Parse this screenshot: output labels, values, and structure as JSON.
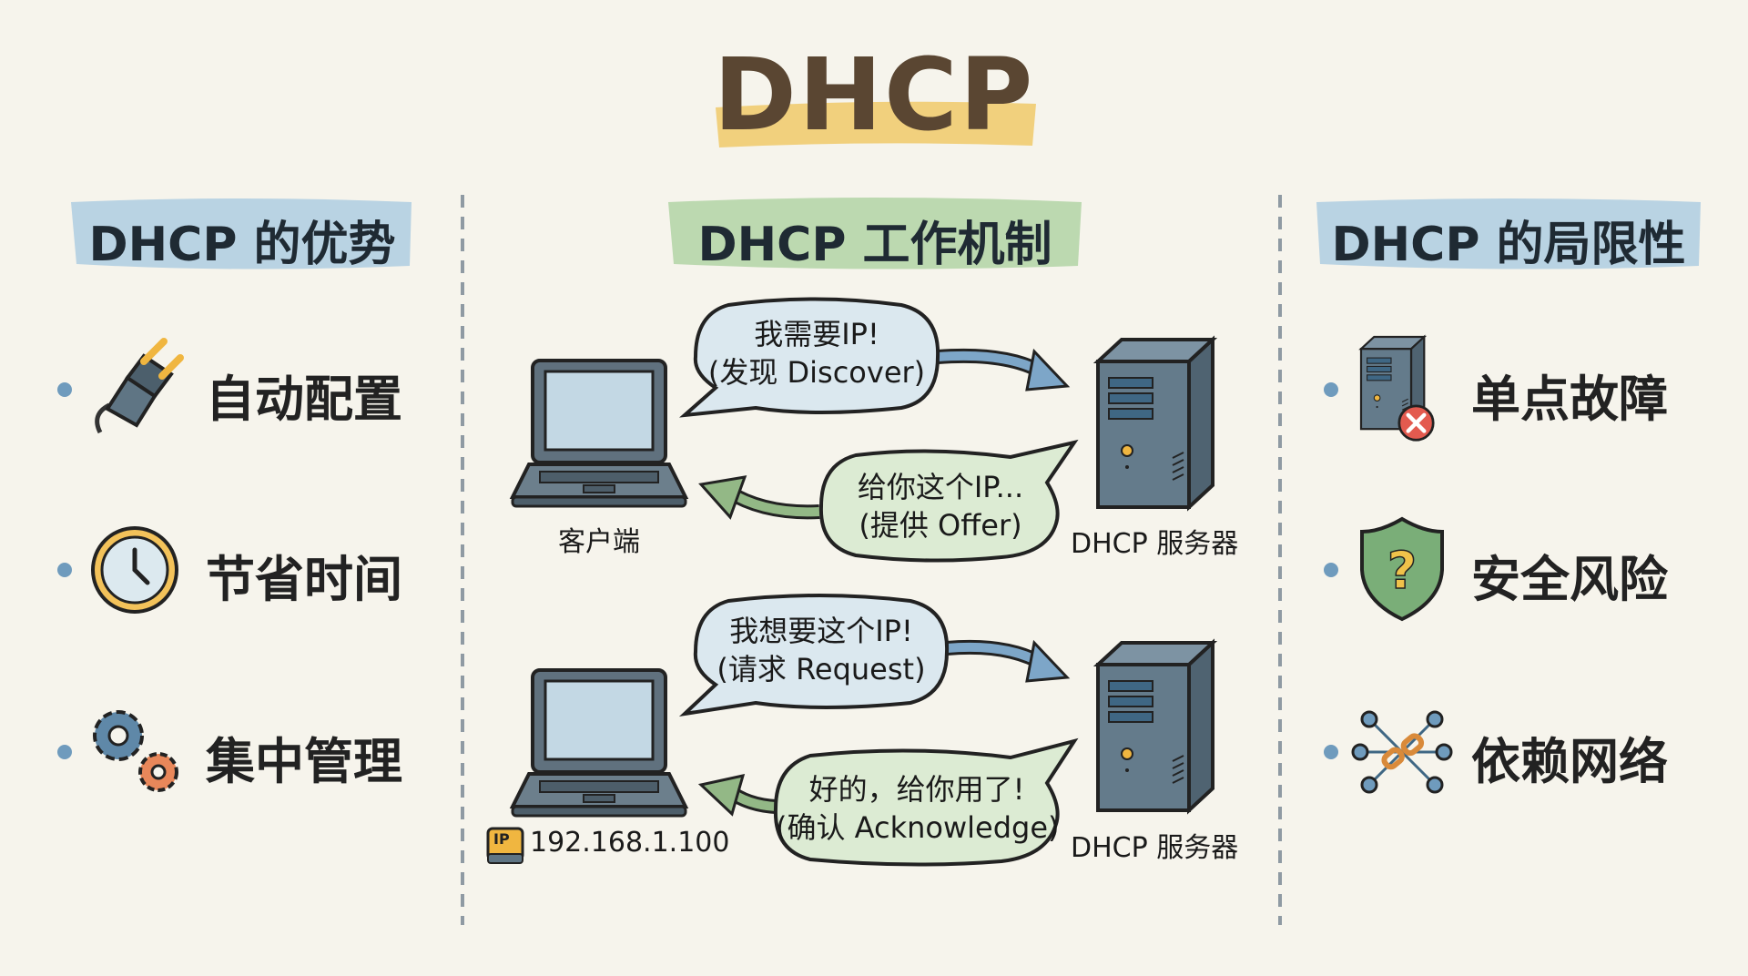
{
  "title": "DHCP",
  "columns": {
    "advantages": {
      "header": "DHCP 的优势",
      "items": [
        {
          "icon": "plug-icon",
          "label": "自动配置"
        },
        {
          "icon": "clock-icon",
          "label": "节省时间"
        },
        {
          "icon": "gears-icon",
          "label": "集中管理"
        }
      ]
    },
    "mechanism": {
      "header": "DHCP 工作机制",
      "client_label": "客户端",
      "server_label": "DHCP 服务器",
      "ip_badge": "IP",
      "assigned_ip": "192.168.1.100",
      "messages": [
        {
          "line1": "我需要IP!",
          "line2": "(发现 Discover)",
          "direction": "client-to-server"
        },
        {
          "line1": "给你这个IP...",
          "line2": "(提供 Offer)",
          "direction": "server-to-client"
        },
        {
          "line1": "我想要这个IP!",
          "line2": "(请求 Request)",
          "direction": "client-to-server"
        },
        {
          "line1": "好的，给你用了!",
          "line2": "(确认 Acknowledge)",
          "direction": "server-to-client"
        }
      ]
    },
    "limitations": {
      "header": "DHCP 的局限性",
      "items": [
        {
          "icon": "server-error-icon",
          "label": "单点故障"
        },
        {
          "icon": "shield-question-icon",
          "label": "安全风险"
        },
        {
          "icon": "broken-link-network-icon",
          "label": "依赖网络"
        }
      ]
    }
  },
  "colors": {
    "background": "#f6f4ec",
    "title": "#5a4632",
    "title_highlight": "#f0c96a",
    "blue_header": "#b9d3e3",
    "green_header": "#bcd9b0",
    "blue_bubble": "#dbe8ef",
    "green_bubble": "#dcebd3",
    "blue_arrow": "#7da6c8",
    "green_arrow": "#93b886",
    "device": "#5f7584"
  }
}
